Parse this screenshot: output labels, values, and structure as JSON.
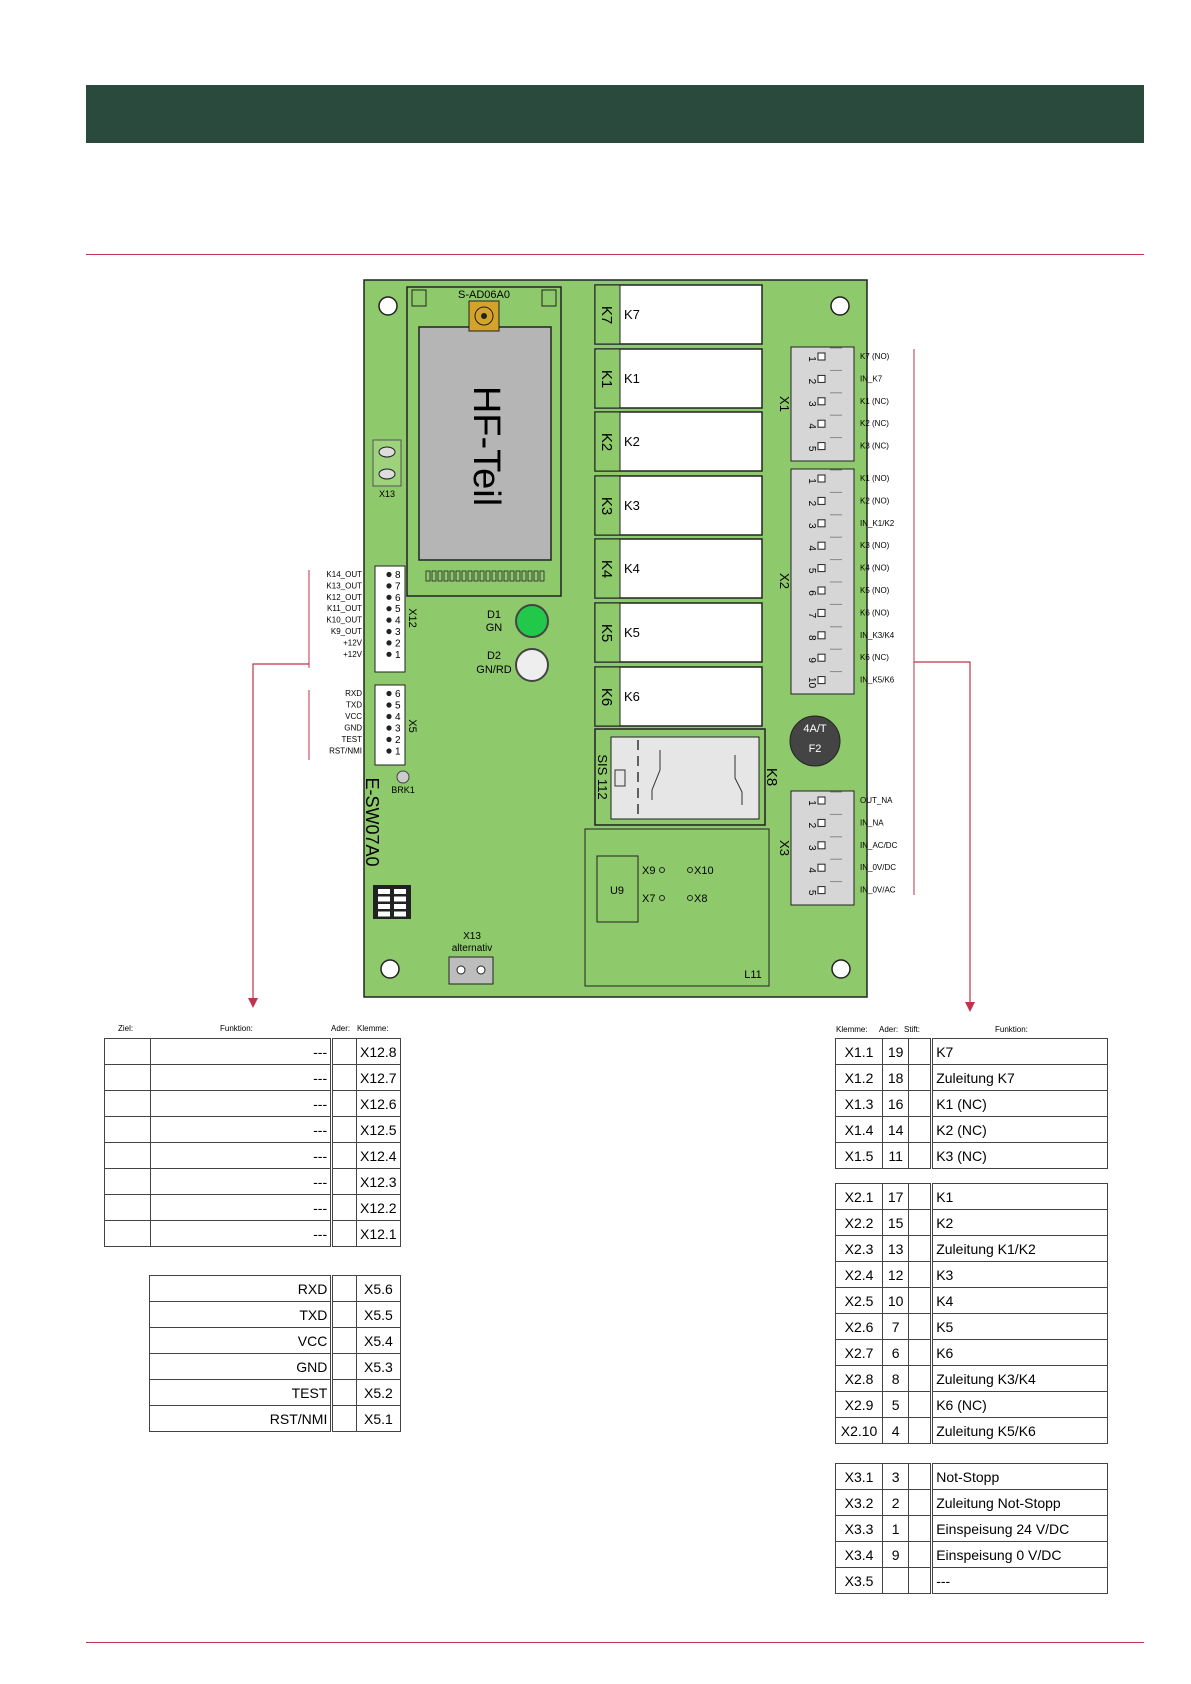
{
  "pcb": {
    "module_label": "S-AD06A0",
    "hf_label": "HF-Teil",
    "board_name": "E-SW07A0",
    "x13_label": "X13",
    "x13_alt_label": "X13",
    "x13_alt_sub": "alternativ",
    "d1_label": "D1",
    "d1_sub": "GN",
    "d2_label": "D2",
    "d2_sub": "GN/RD",
    "fuse_rating": "4A/T",
    "fuse_name": "F2",
    "relay_block": "SIS 112",
    "relay_k8": "K8",
    "u9": "U9",
    "l11": "L11",
    "brk1": "BRK1",
    "x9": "X9",
    "x10": "X10",
    "x7": "X7",
    "x8": "X8",
    "x1": "X1",
    "x2": "X2",
    "x3": "X3",
    "x12": "X12",
    "x5": "X5",
    "relays": [
      {
        "name": "K7",
        "side": "K7"
      },
      {
        "name": "K1",
        "side": "K1"
      },
      {
        "name": "K2",
        "side": "K2"
      },
      {
        "name": "K3",
        "side": "K3"
      },
      {
        "name": "K4",
        "side": "K4"
      },
      {
        "name": "K5",
        "side": "K5"
      },
      {
        "name": "K6",
        "side": "K6"
      }
    ],
    "x12_labels": [
      "K14_OUT",
      "K13_OUT",
      "K12_OUT",
      "K11_OUT",
      "K10_OUT",
      "K9_OUT",
      "+12V",
      "+12V"
    ],
    "x12_pins": [
      "8",
      "7",
      "6",
      "5",
      "4",
      "3",
      "2",
      "1"
    ],
    "x5_labels": [
      "RXD",
      "TXD",
      "VCC",
      "GND",
      "TEST",
      "RST/NMI"
    ],
    "x5_pins": [
      "6",
      "5",
      "4",
      "3",
      "2",
      "1"
    ],
    "x1_labels": [
      "K7 (NO)",
      "IN_K7",
      "K1 (NC)",
      "K2 (NC)",
      "K3 (NC)"
    ],
    "x1_pins": [
      "1",
      "2",
      "3",
      "4",
      "5"
    ],
    "x2_labels": [
      "K1 (NO)",
      "K2 (NO)",
      "IN_K1/K2",
      "K3 (NO)",
      "K4 (NO)",
      "K5 (NO)",
      "K6 (NO)",
      "IN_K3/K4",
      "K6 (NC)",
      "IN_K5/K6"
    ],
    "x2_pins": [
      "1",
      "2",
      "3",
      "4",
      "5",
      "6",
      "7",
      "8",
      "9",
      "10"
    ],
    "x3_labels": [
      "OUT_NA",
      "IN_NA",
      "IN_AC/DC",
      "IN_0V/DC",
      "IN_0V/AC"
    ],
    "x3_pins": [
      "1",
      "2",
      "3",
      "4",
      "5"
    ]
  },
  "left_table": {
    "headers": {
      "ziel": "Ziel:",
      "funktion": "Funktion:",
      "ader": "Ader:",
      "klemme": "Klemme:"
    },
    "x12_rows": [
      {
        "funktion": "---",
        "klemme": "X12.8"
      },
      {
        "funktion": "---",
        "klemme": "X12.7"
      },
      {
        "funktion": "---",
        "klemme": "X12.6"
      },
      {
        "funktion": "---",
        "klemme": "X12.5"
      },
      {
        "funktion": "---",
        "klemme": "X12.4"
      },
      {
        "funktion": "---",
        "klemme": "X12.3"
      },
      {
        "funktion": "---",
        "klemme": "X12.2"
      },
      {
        "funktion": "---",
        "klemme": "X12.1"
      }
    ],
    "x5_rows": [
      {
        "funktion": "RXD",
        "klemme": "X5.6"
      },
      {
        "funktion": "TXD",
        "klemme": "X5.5"
      },
      {
        "funktion": "VCC",
        "klemme": "X5.4"
      },
      {
        "funktion": "GND",
        "klemme": "X5.3"
      },
      {
        "funktion": "TEST",
        "klemme": "X5.2"
      },
      {
        "funktion": "RST/NMI",
        "klemme": "X5.1"
      }
    ]
  },
  "right_table": {
    "headers": {
      "klemme": "Klemme:",
      "ader": "Ader:",
      "stift": "Stift:",
      "funktion": "Funktion:"
    },
    "x1_rows": [
      {
        "klemme": "X1.1",
        "ader": "19",
        "funktion": "K7"
      },
      {
        "klemme": "X1.2",
        "ader": "18",
        "funktion": "Zuleitung K7"
      },
      {
        "klemme": "X1.3",
        "ader": "16",
        "funktion": "K1 (NC)"
      },
      {
        "klemme": "X1.4",
        "ader": "14",
        "funktion": "K2 (NC)"
      },
      {
        "klemme": "X1.5",
        "ader": "11",
        "funktion": "K3 (NC)"
      }
    ],
    "x2_rows": [
      {
        "klemme": "X2.1",
        "ader": "17",
        "funktion": "K1"
      },
      {
        "klemme": "X2.2",
        "ader": "15",
        "funktion": "K2"
      },
      {
        "klemme": "X2.3",
        "ader": "13",
        "funktion": "Zuleitung K1/K2"
      },
      {
        "klemme": "X2.4",
        "ader": "12",
        "funktion": "K3"
      },
      {
        "klemme": "X2.5",
        "ader": "10",
        "funktion": "K4"
      },
      {
        "klemme": "X2.6",
        "ader": "7",
        "funktion": "K5"
      },
      {
        "klemme": "X2.7",
        "ader": "6",
        "funktion": "K6"
      },
      {
        "klemme": "X2.8",
        "ader": "8",
        "funktion": "Zuleitung K3/K4"
      },
      {
        "klemme": "X2.9",
        "ader": "5",
        "funktion": "K6 (NC)"
      },
      {
        "klemme": "X2.10",
        "ader": "4",
        "funktion": "Zuleitung K5/K6"
      }
    ],
    "x3_rows": [
      {
        "klemme": "X3.1",
        "ader": "3",
        "funktion": "Not-Stopp"
      },
      {
        "klemme": "X3.2",
        "ader": "2",
        "funktion": "Zuleitung Not-Stopp"
      },
      {
        "klemme": "X3.3",
        "ader": "1",
        "funktion": "Einspeisung 24 V/DC"
      },
      {
        "klemme": "X3.4",
        "ader": "9",
        "funktion": "Einspeisung 0 V/DC"
      },
      {
        "klemme": "X3.5",
        "ader": "",
        "funktion": "---"
      }
    ]
  },
  "colors": {
    "header_bar": "#2a4a3d",
    "rule": "#c0334a",
    "board": "#8ec96b",
    "arrow": "#c0334a"
  }
}
